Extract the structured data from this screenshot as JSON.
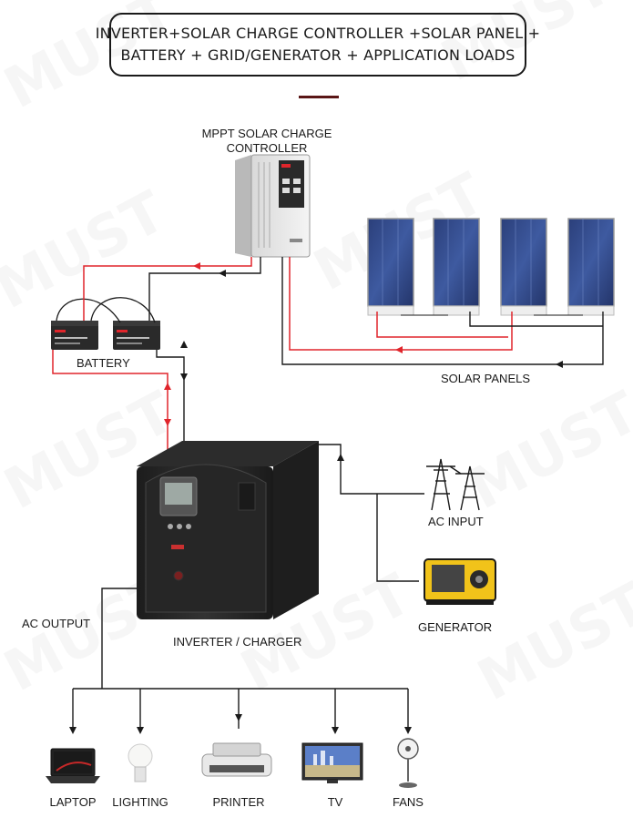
{
  "title": {
    "line1": "INVERTER+SOLAR CHARGE CONTROLLER +SOLAR PANEL +",
    "line2": "BATTERY + GRID/GENERATOR + APPLICATION LOADS"
  },
  "watermark": "MUST",
  "components": {
    "controller_label_1": "MPPT SOLAR CHARGE",
    "controller_label_2": "CONTROLLER",
    "battery_label": "BATTERY",
    "solar_panels_label": "SOLAR PANELS",
    "ac_input_label": "AC INPUT",
    "generator_label": "GENERATOR",
    "inverter_label": "INVERTER / CHARGER",
    "ac_output_label": "AC OUTPUT"
  },
  "loads": [
    {
      "label": "LAPTOP",
      "icon": "laptop-icon"
    },
    {
      "label": "LIGHTING",
      "icon": "bulb-icon"
    },
    {
      "label": "PRINTER",
      "icon": "printer-icon"
    },
    {
      "label": "TV",
      "icon": "tv-icon"
    },
    {
      "label": "FANS",
      "icon": "fan-icon"
    }
  ],
  "colors": {
    "positive_wire": "#e0252b",
    "negative_wire": "#1a1a1a",
    "accent": "#5a1616"
  }
}
